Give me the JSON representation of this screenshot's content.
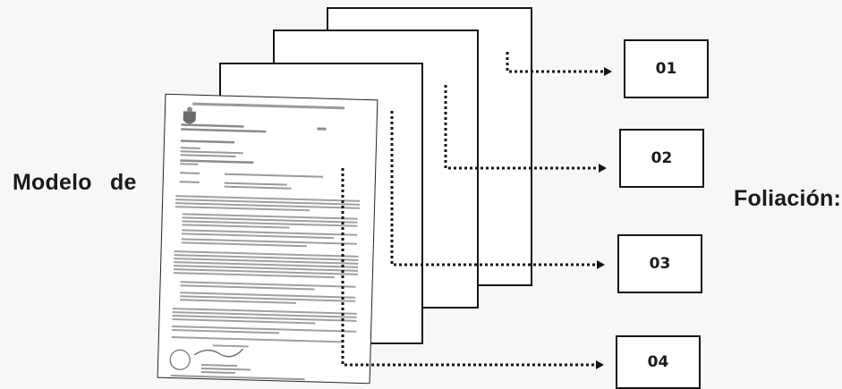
{
  "caption": {
    "word1": "Modelo",
    "word2": "de",
    "word3": "Foliación:"
  },
  "folios": [
    {
      "label": "01"
    },
    {
      "label": "02"
    },
    {
      "label": "03"
    },
    {
      "label": "04"
    }
  ],
  "colors": {
    "ink": "#151515",
    "background": "#f7f7f5",
    "scan_text": "#7a7a7a"
  }
}
